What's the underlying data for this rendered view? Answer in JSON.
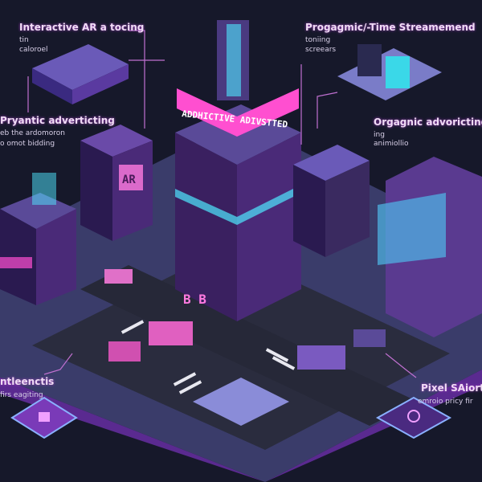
{
  "labels": [
    {
      "title": "Interactive AR a tocing",
      "lines": [
        "tin",
        "caloroel"
      ]
    },
    {
      "title": "Progagmic/-Time Streamemend",
      "lines": [
        "toniing",
        "screears"
      ]
    },
    {
      "title": "Pryantic adverticting",
      "lines": [
        "eb the ardomoron",
        "o omot bidding"
      ]
    },
    {
      "title": "Orgagnic advoricting",
      "lines": [
        "ing",
        "animiollio"
      ]
    },
    {
      "title": "ntleenctis",
      "lines": [
        "firs eagiting"
      ]
    },
    {
      "title": "Pixel SAiortl",
      "lines": [
        "emroio pricy fir"
      ]
    }
  ],
  "signs": {
    "tower_banner": "ADDHICTIVE ADIVSTTED",
    "ar_sign": "AR",
    "bb_sign": "B B"
  },
  "colors": {
    "background": "#16182a",
    "neon_pink": "#ff4fd0",
    "neon_cyan": "#4fe8ff",
    "building_purple": "#4a2a78",
    "street": "#2a2c3e",
    "sidewalk": "#7a7cc8"
  }
}
